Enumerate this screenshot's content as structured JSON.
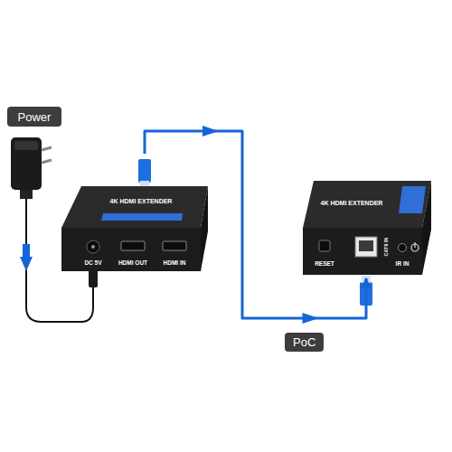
{
  "diagram": {
    "nodes": [
      {
        "text": [
          "Power"
        ]
      },
      {
        "text": [
          "4K HDMI EXTENDER",
          "DC 5V",
          "HDMI OUT",
          "HDMI IN"
        ]
      },
      {
        "text": [
          "4K HDMI EXTENDER",
          "RESET",
          "CAT6 IN",
          "IR IN"
        ]
      }
    ],
    "edges": [
      {
        "from": 1,
        "to": 2,
        "arrow": "to",
        "label": "PoC"
      }
    ]
  }
}
